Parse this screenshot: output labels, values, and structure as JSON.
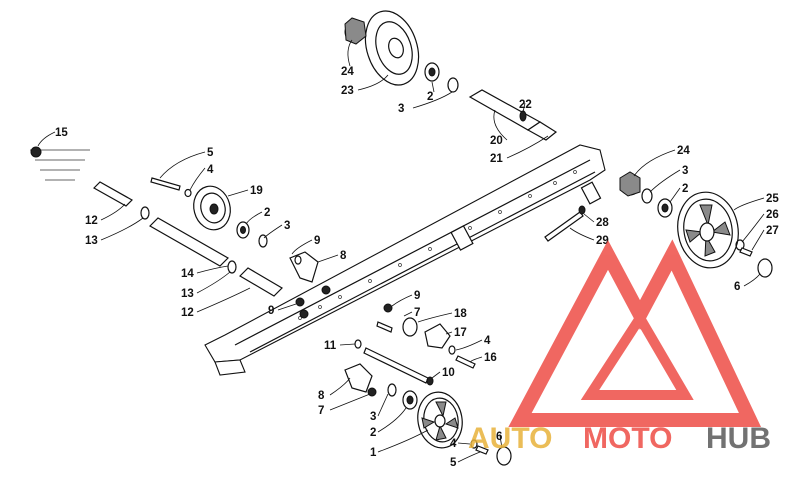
{
  "callouts": [
    {
      "label": "24"
    },
    {
      "label": "23"
    },
    {
      "label": "2"
    },
    {
      "label": "3"
    },
    {
      "label": "22"
    },
    {
      "label": "20"
    },
    {
      "label": "21"
    },
    {
      "label": "15"
    },
    {
      "label": "5"
    },
    {
      "label": "4"
    },
    {
      "label": "19"
    },
    {
      "label": "12"
    },
    {
      "label": "13"
    },
    {
      "label": "2"
    },
    {
      "label": "3"
    },
    {
      "label": "9"
    },
    {
      "label": "8"
    },
    {
      "label": "14"
    },
    {
      "label": "13"
    },
    {
      "label": "12"
    },
    {
      "label": "9"
    },
    {
      "label": "9"
    },
    {
      "label": "7"
    },
    {
      "label": "18"
    },
    {
      "label": "17"
    },
    {
      "label": "4"
    },
    {
      "label": "16"
    },
    {
      "label": "11"
    },
    {
      "label": "10"
    },
    {
      "label": "8"
    },
    {
      "label": "7"
    },
    {
      "label": "3"
    },
    {
      "label": "2"
    },
    {
      "label": "1"
    },
    {
      "label": "4"
    },
    {
      "label": "6"
    },
    {
      "label": "5"
    },
    {
      "label": "24"
    },
    {
      "label": "3"
    },
    {
      "label": "2"
    },
    {
      "label": "25"
    },
    {
      "label": "26"
    },
    {
      "label": "27"
    },
    {
      "label": "28"
    },
    {
      "label": "29"
    },
    {
      "label": "6"
    }
  ],
  "watermark": {
    "part1": "AUTO",
    "part2": "MOTO",
    "part3": "HUB",
    "colors": {
      "red": "#ee4d46",
      "gold": "#e8b23a",
      "grey": "#5a5a5a"
    }
  }
}
